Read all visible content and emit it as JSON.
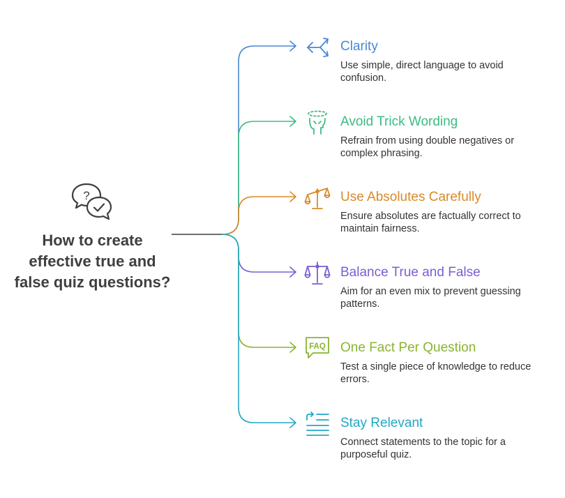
{
  "root": {
    "title": "How to create effective true and false quiz questions?",
    "icon": "question-answer-chat-icon",
    "color": "#3f3f3f"
  },
  "branches": [
    {
      "title": "Clarity",
      "description": "Use simple, direct language to avoid confusion.",
      "color": "#4a87d2",
      "icon": "direction-arrows-icon"
    },
    {
      "title": "Avoid Trick Wording",
      "description": "Refrain from using double negatives or complex phrasing.",
      "color": "#3dbb82",
      "icon": "head-thinking-icon"
    },
    {
      "title": "Use Absolutes Carefully",
      "description": "Ensure absolutes are factually correct to maintain fairness.",
      "color": "#d98a2a",
      "icon": "tilted-scale-icon"
    },
    {
      "title": "Balance True and False",
      "description": "Aim for an even mix to prevent guessing patterns.",
      "color": "#7b5ed1",
      "icon": "balance-scale-icon"
    },
    {
      "title": "One Fact Per Question",
      "description": "Test a single piece of knowledge to reduce errors.",
      "color": "#8ab532",
      "icon": "faq-bubble-icon"
    },
    {
      "title": "Stay Relevant",
      "description": "Connect statements to the topic for a purposeful quiz.",
      "color": "#23a7c6",
      "icon": "list-arrow-icon"
    }
  ]
}
